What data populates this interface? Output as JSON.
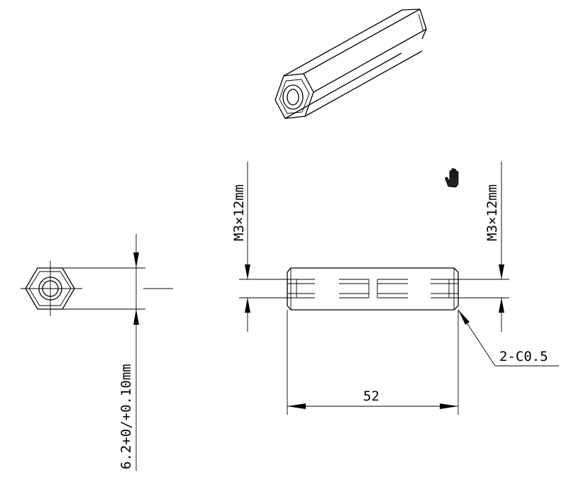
{
  "drawing": {
    "thread_left_label": "M3×12mm",
    "thread_right_label": "M3×12mm",
    "hex_width_label": "6.2+0/+0.10mm",
    "chamfer_label": "2-C0.5",
    "length_label": "52"
  },
  "cursor": {
    "icon": "hand-cursor-icon"
  }
}
